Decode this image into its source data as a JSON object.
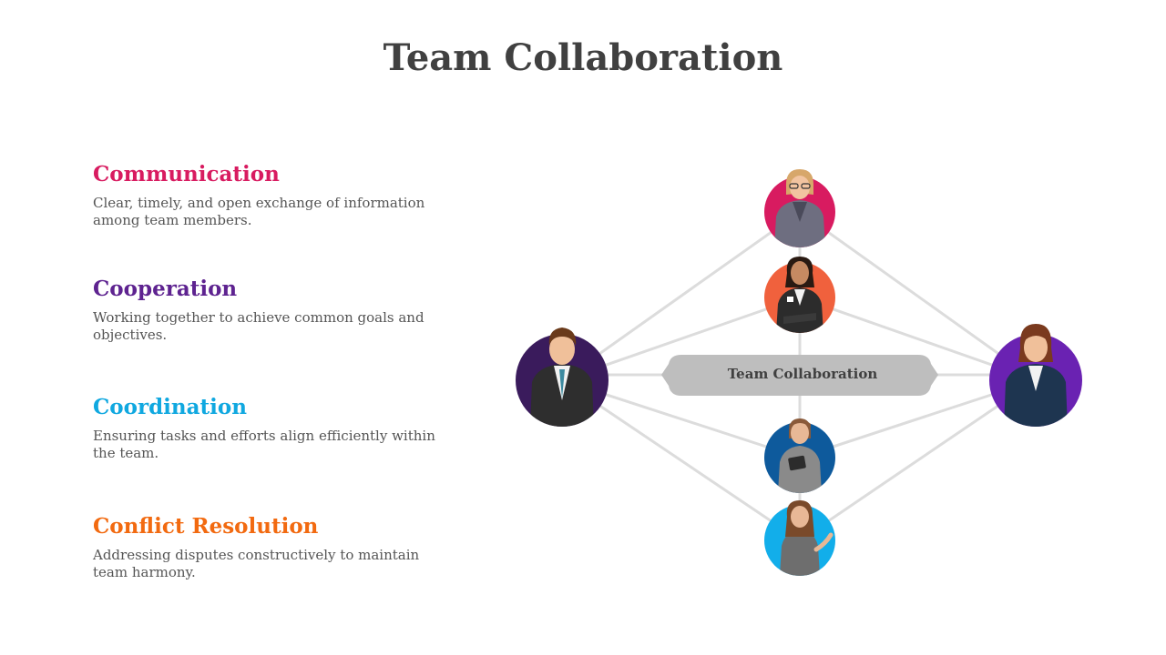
{
  "title": "Team Collaboration",
  "items": [
    {
      "heading": "Communication",
      "description": "Clear, timely, and open exchange of information among team members.",
      "color": "#D81B60"
    },
    {
      "heading": "Cooperation",
      "description": "Working together to achieve common goals and objectives.",
      "color": "#5E2390"
    },
    {
      "heading": "Coordination",
      "description": "Ensuring tasks and efforts align efficiently within the team.",
      "color": "#10A8E0"
    },
    {
      "heading": "Conflict Resolution",
      "description": "Addressing disputes constructively to maintain team harmony.",
      "color": "#F26A10"
    }
  ],
  "diagram": {
    "hub_label": "Team Collaboration",
    "line_color": "#DCDCDC",
    "hub_color": "#BEBEBE",
    "nodes": [
      {
        "name": "avatar-woman-glasses",
        "bg": "#D81B60"
      },
      {
        "name": "avatar-woman-badge",
        "bg": "#F0613D"
      },
      {
        "name": "avatar-woman-tablet",
        "bg": "#0E5A9C"
      },
      {
        "name": "avatar-woman-pointing",
        "bg": "#12AEEA"
      },
      {
        "name": "avatar-man-suit",
        "bg": "#3A1B5C"
      },
      {
        "name": "avatar-woman-blazer",
        "bg": "#6A22B2"
      }
    ]
  }
}
